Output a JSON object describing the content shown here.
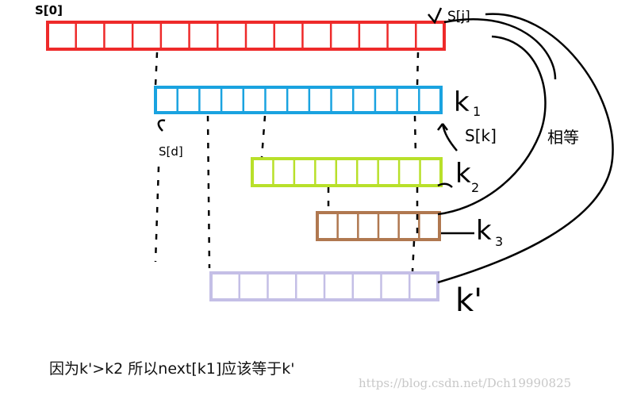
{
  "labels": {
    "s0": "S[0]",
    "sj": "S[j]",
    "sd": "S[d]",
    "sk": "S[k]",
    "k1": "k",
    "k1_sub": "1",
    "k2": "k",
    "k2_sub": "2",
    "k3": "k",
    "k3_sub": "3",
    "kprime": "k'",
    "equal": "相等"
  },
  "caption": "因为k'>k2 所以next[k1]应该等于k'",
  "watermark": "https://blog.csdn.net/Dch19990825",
  "colors": {
    "bar_s": "#ee2a2a",
    "bar_k1": "#1aa3e0",
    "bar_k2": "#b8e02a",
    "bar_k3": "#b07850",
    "bar_kprime": "#c4bfe6",
    "ink": "#000000"
  }
}
